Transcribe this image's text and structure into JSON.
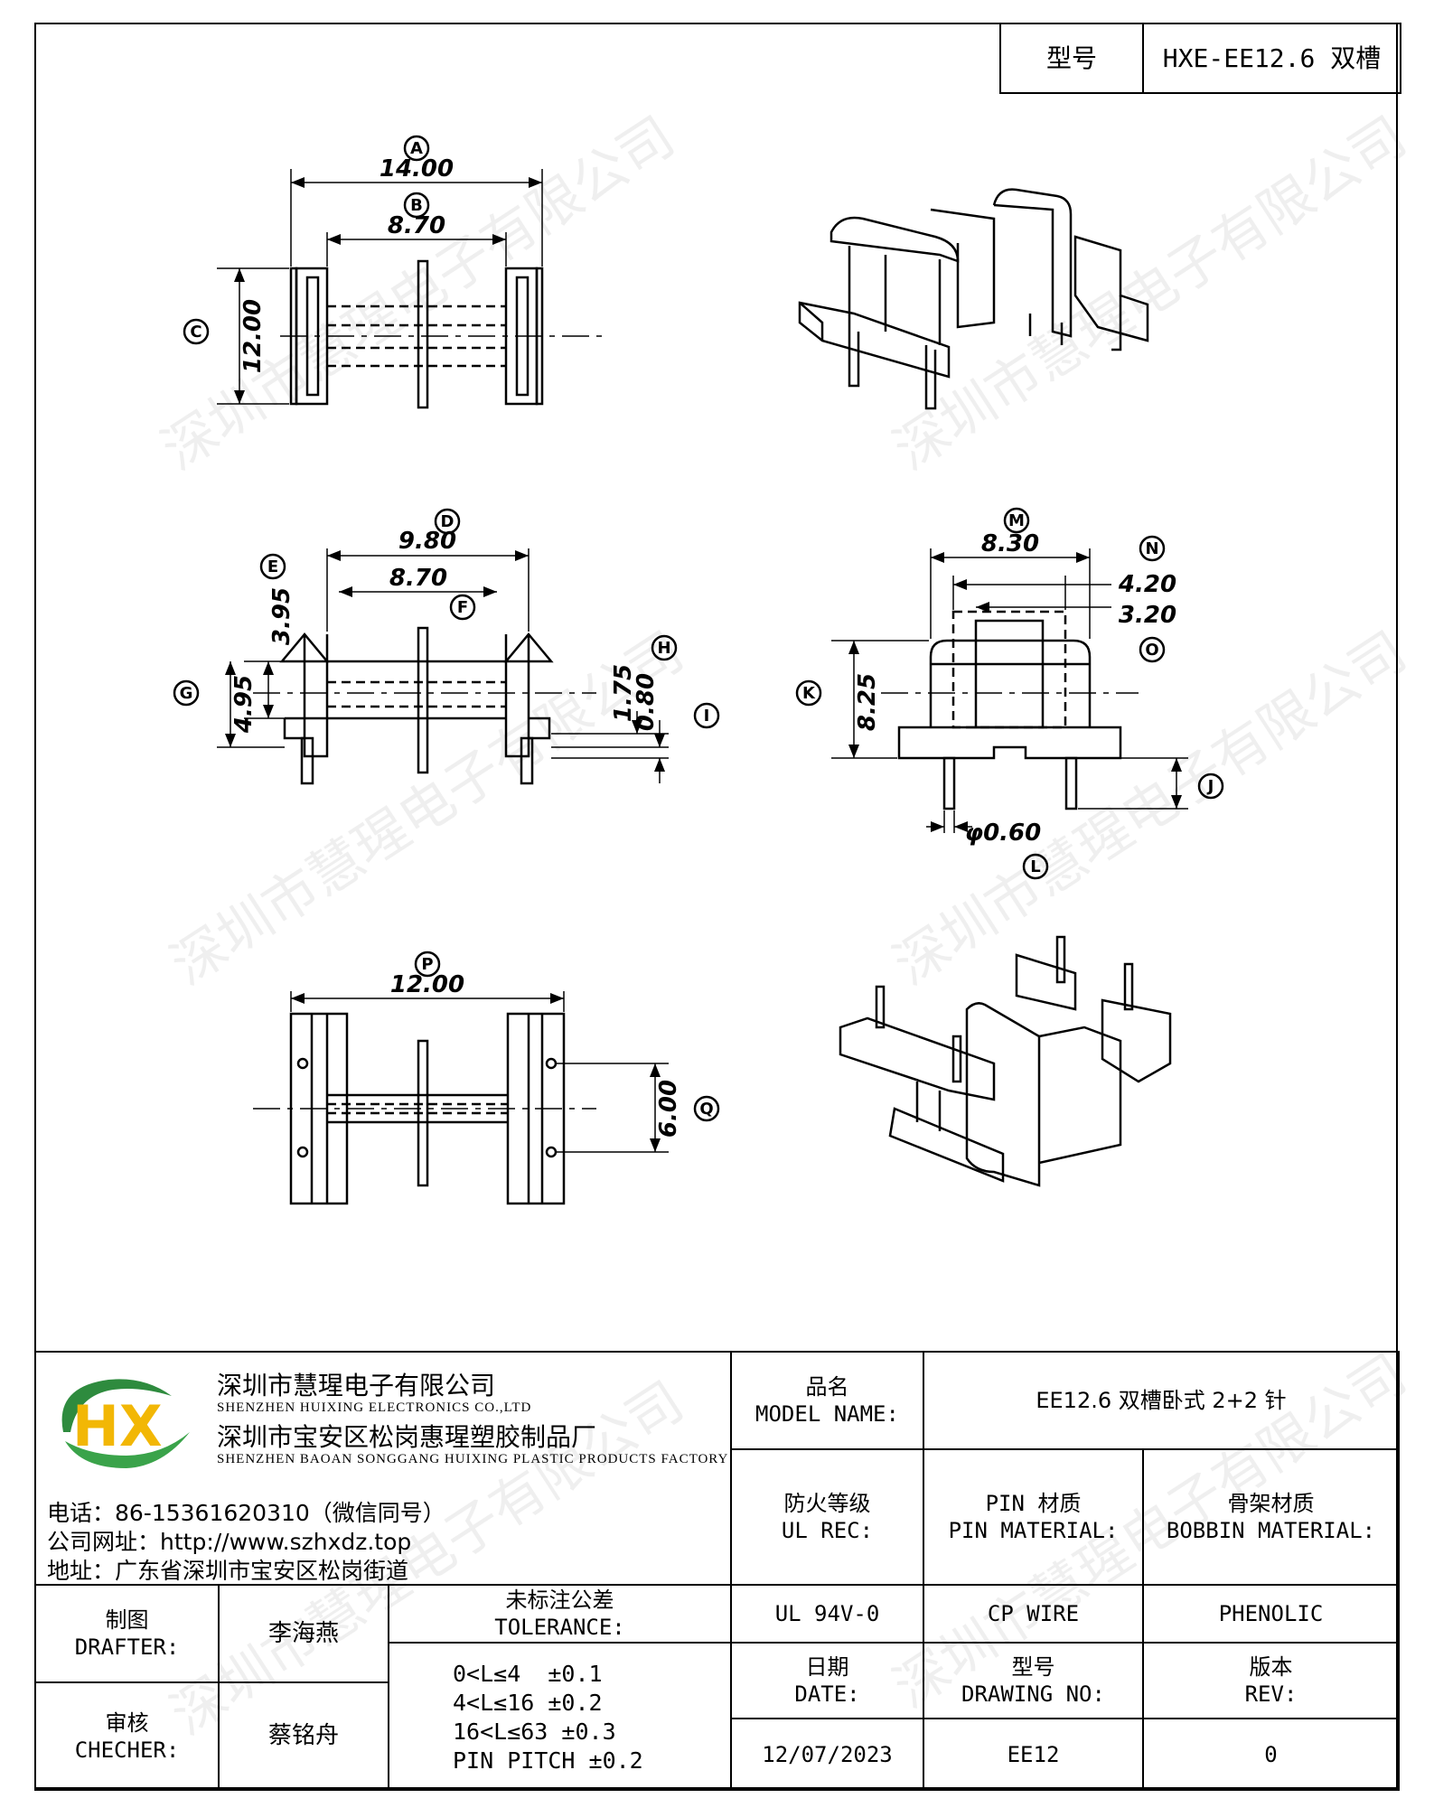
{
  "header": {
    "model_label": "型号",
    "model_value": "HXE-EE12.6 双槽"
  },
  "dimensions": {
    "A": "14.00",
    "B": "8.70",
    "C": "12.00",
    "D": "9.80",
    "E": "3.95",
    "F": "8.70",
    "G": "4.95",
    "H": "1.75",
    "I": "0.80",
    "J": "",
    "K": "8.25",
    "L": "φ0.60",
    "M": "8.30",
    "N": "4.20",
    "O": "3.20",
    "P": "12.00",
    "Q": "6.00"
  },
  "dimension_letters": [
    "A",
    "B",
    "C",
    "D",
    "E",
    "F",
    "G",
    "H",
    "I",
    "J",
    "K",
    "L",
    "M",
    "N",
    "O",
    "P",
    "Q"
  ],
  "watermark": "深圳市慧瑆电子有限公司",
  "company": {
    "logo_text": "HX",
    "name_cn": "深圳市慧瑆电子有限公司",
    "name_en": "SHENZHEN HUIXING ELECTRONICS CO.,LTD",
    "factory_cn": "深圳市宝安区松岗惠瑆塑胶制品厂",
    "factory_en": "SHENZHEN BAOAN SONGGANG HUIXING PLASTIC PRODUCTS FACTORY",
    "phone": "电话：86-15361620310（微信同号）",
    "website": "公司网址：http://www.szhxdz.top",
    "address": "地址：广东省深圳市宝安区松岗街道"
  },
  "title_block": {
    "model_name_cn": "品名",
    "model_name_en": "MODEL NAME:",
    "model_name_value": "EE12.6 双槽卧式 2+2 针",
    "ul_cn": "防火等级",
    "ul_en": "UL REC:",
    "pin_cn": "PIN 材质",
    "pin_en": "PIN MATERIAL:",
    "bobbin_cn": "骨架材质",
    "bobbin_en": "BOBBIN MATERIAL:",
    "ul_value": "UL 94V-0",
    "pin_value": "CP WIRE",
    "bobbin_value": "PHENOLIC",
    "date_cn": "日期",
    "date_en": "DATE:",
    "date_value": "12/07/2023",
    "drawing_no_cn": "型号",
    "drawing_no_en": "DRAWING NO:",
    "drawing_no_value": "EE12",
    "rev_cn": "版本",
    "rev_en": "REV:",
    "rev_value": "0",
    "drafter_cn": "制图",
    "drafter_en": "DRAFTER:",
    "drafter_name": "李海燕",
    "checker_cn": "审核",
    "checker_en": "CHECHER:",
    "checker_name": "蔡铭舟",
    "tolerance_cn": "未标注公差",
    "tolerance_en": "TOLERANCE:",
    "tolerances": [
      "0<L≤4  ±0.1",
      "4<L≤16 ±0.2",
      "16<L≤63 ±0.3",
      "PIN PITCH ±0.2"
    ]
  }
}
